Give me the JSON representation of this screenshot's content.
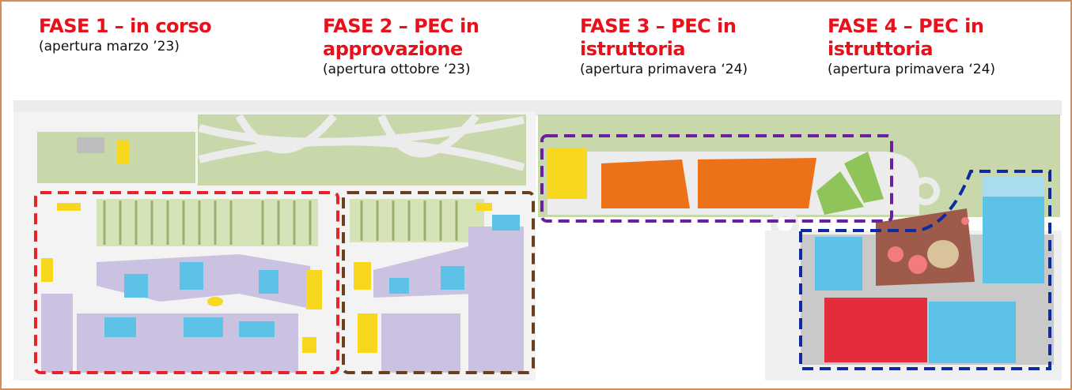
{
  "phases": [
    {
      "title": "FASE 1 – in corso",
      "subtitle": "(apertura marzo ’23)",
      "color": "#e8222a"
    },
    {
      "title": "FASE 2 – PEC in approvazione",
      "subtitle": "(apertura ottobre ‘23)",
      "color": "#6b3f1e"
    },
    {
      "title": "FASE 3 – PEC in istruttoria",
      "subtitle": "(apertura primavera ‘24)",
      "color": "#6a1fa0"
    },
    {
      "title": "FASE 4 – PEC in istruttoria",
      "subtitle": "(apertura primavera ‘24)",
      "color": "#0e2aa0"
    }
  ],
  "colors": {
    "road": "#ececec",
    "green": "#c8d8ab",
    "lavender": "#cbc1e1",
    "cyan": "#5cc2e8",
    "yellow": "#f8d81e",
    "orange": "#ec7119",
    "red": "#e42c3a",
    "grey": "#c9c9c9"
  }
}
